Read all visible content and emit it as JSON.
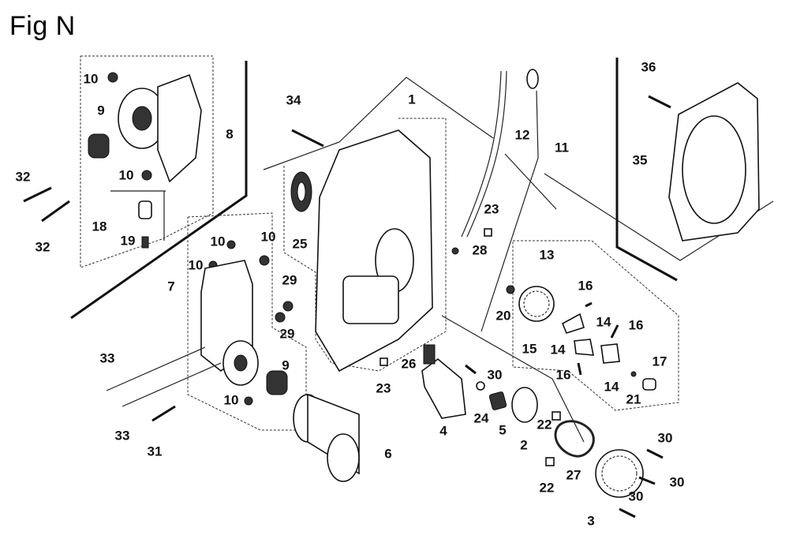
{
  "figure": {
    "title": "Fig N",
    "description": "Exploded parts diagram: crankcase cover, oil pump, governor, oil filter"
  },
  "callouts": [
    {
      "id": "c1",
      "number": "1",
      "part": "crankcase-cover"
    },
    {
      "id": "c2",
      "number": "2",
      "part": "oil-pump-rotor"
    },
    {
      "id": "c3",
      "number": "3",
      "part": "oil-pump-cover"
    },
    {
      "id": "c4",
      "number": "4",
      "part": "oil-filter-housing"
    },
    {
      "id": "c5",
      "number": "5",
      "part": "spring"
    },
    {
      "id": "c6",
      "number": "6",
      "part": "oil-filter"
    },
    {
      "id": "c7",
      "number": "7",
      "part": "oil-cooler-assembly"
    },
    {
      "id": "c8",
      "number": "8",
      "part": "breather-housing"
    },
    {
      "id": "c9a",
      "number": "9",
      "part": "filter-element"
    },
    {
      "id": "c9b",
      "number": "9",
      "part": "filter-element"
    },
    {
      "id": "c10a",
      "number": "10",
      "part": "plug"
    },
    {
      "id": "c10b",
      "number": "10",
      "part": "plug"
    },
    {
      "id": "c10c",
      "number": "10",
      "part": "plug"
    },
    {
      "id": "c10d",
      "number": "10",
      "part": "plug"
    },
    {
      "id": "c10e",
      "number": "10",
      "part": "plug"
    },
    {
      "id": "c10f",
      "number": "10",
      "part": "plug"
    },
    {
      "id": "c11",
      "number": "11",
      "part": "dipstick"
    },
    {
      "id": "c12",
      "number": "12",
      "part": "dipstick-tube"
    },
    {
      "id": "c13",
      "number": "13",
      "part": "governor-assembly"
    },
    {
      "id": "c14a",
      "number": "14",
      "part": "governor-weight"
    },
    {
      "id": "c14b",
      "number": "14",
      "part": "governor-weight"
    },
    {
      "id": "c14c",
      "number": "14",
      "part": "governor-weight"
    },
    {
      "id": "c15",
      "number": "15",
      "part": "governor-gear"
    },
    {
      "id": "c16a",
      "number": "16",
      "part": "pin"
    },
    {
      "id": "c16b",
      "number": "16",
      "part": "pin"
    },
    {
      "id": "c16c",
      "number": "16",
      "part": "pin"
    },
    {
      "id": "c17",
      "number": "17",
      "part": "governor-slider"
    },
    {
      "id": "c18",
      "number": "18",
      "part": "oil-pressure-switch"
    },
    {
      "id": "c19",
      "number": "19",
      "part": "switch-tip"
    },
    {
      "id": "c20",
      "number": "20",
      "part": "washer"
    },
    {
      "id": "c21",
      "number": "21",
      "part": "clip"
    },
    {
      "id": "c22a",
      "number": "22",
      "part": "dowel-pin"
    },
    {
      "id": "c22b",
      "number": "22",
      "part": "dowel-pin"
    },
    {
      "id": "c23a",
      "number": "23",
      "part": "dowel-pin"
    },
    {
      "id": "c23b",
      "number": "23",
      "part": "dowel-pin"
    },
    {
      "id": "c24",
      "number": "24",
      "part": "ball"
    },
    {
      "id": "c25",
      "number": "25",
      "part": "oil-seal"
    },
    {
      "id": "c26",
      "number": "26",
      "part": "spring"
    },
    {
      "id": "c27",
      "number": "27",
      "part": "o-ring"
    },
    {
      "id": "c28",
      "number": "28",
      "part": "o-ring"
    },
    {
      "id": "c29a",
      "number": "29",
      "part": "washer"
    },
    {
      "id": "c29b",
      "number": "29",
      "part": "washer"
    },
    {
      "id": "c30a",
      "number": "30",
      "part": "bolt"
    },
    {
      "id": "c30b",
      "number": "30",
      "part": "bolt"
    },
    {
      "id": "c30c",
      "number": "30",
      "part": "bolt"
    },
    {
      "id": "c30d",
      "number": "30",
      "part": "bolt"
    },
    {
      "id": "c31",
      "number": "31",
      "part": "bolt"
    },
    {
      "id": "c32a",
      "number": "32",
      "part": "bolt"
    },
    {
      "id": "c32b",
      "number": "32",
      "part": "bolt"
    },
    {
      "id": "c33a",
      "number": "33",
      "part": "bolt"
    },
    {
      "id": "c33b",
      "number": "33",
      "part": "bolt"
    },
    {
      "id": "c34",
      "number": "34",
      "part": "bolt"
    },
    {
      "id": "c35",
      "number": "35",
      "part": "cover-plate"
    },
    {
      "id": "c36",
      "number": "36",
      "part": "bolt"
    }
  ]
}
